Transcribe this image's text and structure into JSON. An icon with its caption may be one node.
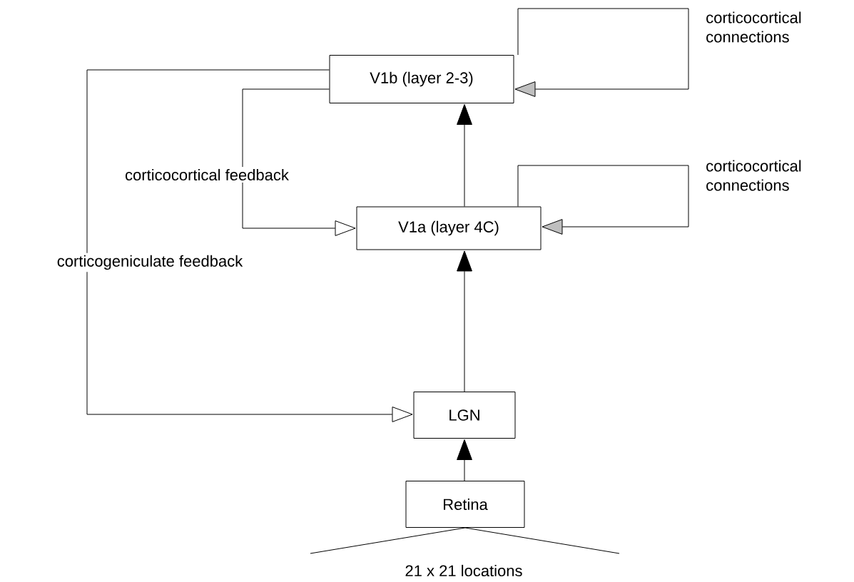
{
  "diagram": {
    "nodes": [
      {
        "text": [
          "V1b (layer 2-3)"
        ]
      },
      {
        "text": [
          "V1a (layer 4C)"
        ]
      },
      {
        "text": [
          "LGN"
        ]
      },
      {
        "text": [
          "Retina"
        ]
      }
    ],
    "edges": [
      {
        "from": 3,
        "to": 2,
        "arrow": "to"
      },
      {
        "from": 2,
        "to": 1,
        "arrow": "to"
      },
      {
        "from": 1,
        "to": 0,
        "arrow": "to"
      },
      {
        "from": 1,
        "to": 1,
        "arrow": "to",
        "label": "corticocortical connections"
      },
      {
        "from": 0,
        "to": 0,
        "arrow": "to",
        "label": "corticocortical connections"
      },
      {
        "from": 0,
        "to": 1,
        "arrow": "to",
        "label": "corticocortical feedback"
      },
      {
        "from": 0,
        "to": 2,
        "arrow": "to",
        "label": "corticogeniculate feedback"
      }
    ],
    "labels": [
      "21 x 21 locations"
    ]
  }
}
